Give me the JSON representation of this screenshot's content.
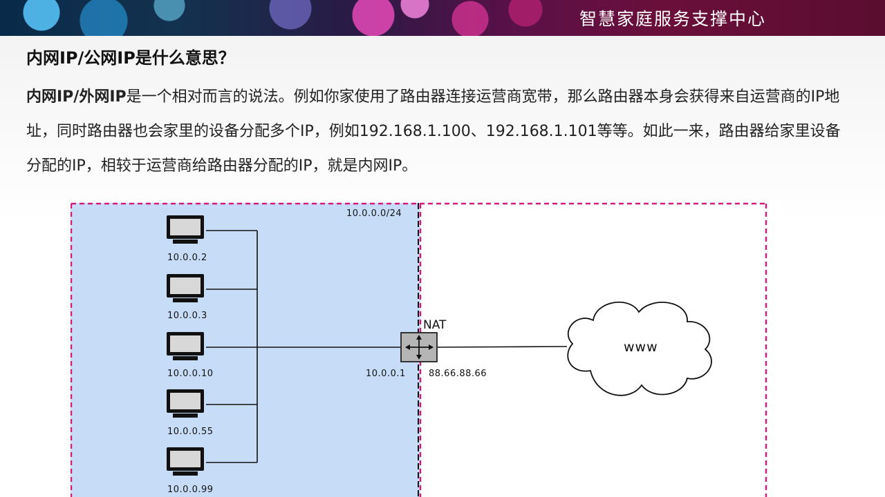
{
  "header": {
    "brand_title": "智慧家庭服务支撑中心"
  },
  "slide": {
    "heading": "内网IP/公网IP是什么意思？",
    "paragraph_lead": "内网IP/外网IP",
    "paragraph_rest": "是一个相对而言的说法。例如你家使用了路由器连接运营商宽带，那么路由器本身会获得来自运营商的IP地址，同时路由器也会家里的设备分配多个IP，例如192.168.1.100、192.168.1.101等等。如此一来，路由器给家里设备分配的IP，相较于运营商给路由器分配的IP，就是内网IP。"
  },
  "diagram": {
    "subnet_label": "10.0.0.0/24",
    "hosts": [
      "10.0.0.2",
      "10.0.0.3",
      "10.0.0.10",
      "10.0.0.55",
      "10.0.0.99"
    ],
    "router_label": "NAT",
    "router_inner_ip": "10.0.0.1",
    "router_outer_ip": "88.66.88.66",
    "internet_label": "www",
    "colors": {
      "lan_fill": "#c7ddf7",
      "boundary_dash": "#d6187a",
      "line": "#111111"
    },
    "icons": {
      "host": "desktop-computer-icon",
      "router": "router-icon",
      "internet": "cloud-icon"
    }
  }
}
